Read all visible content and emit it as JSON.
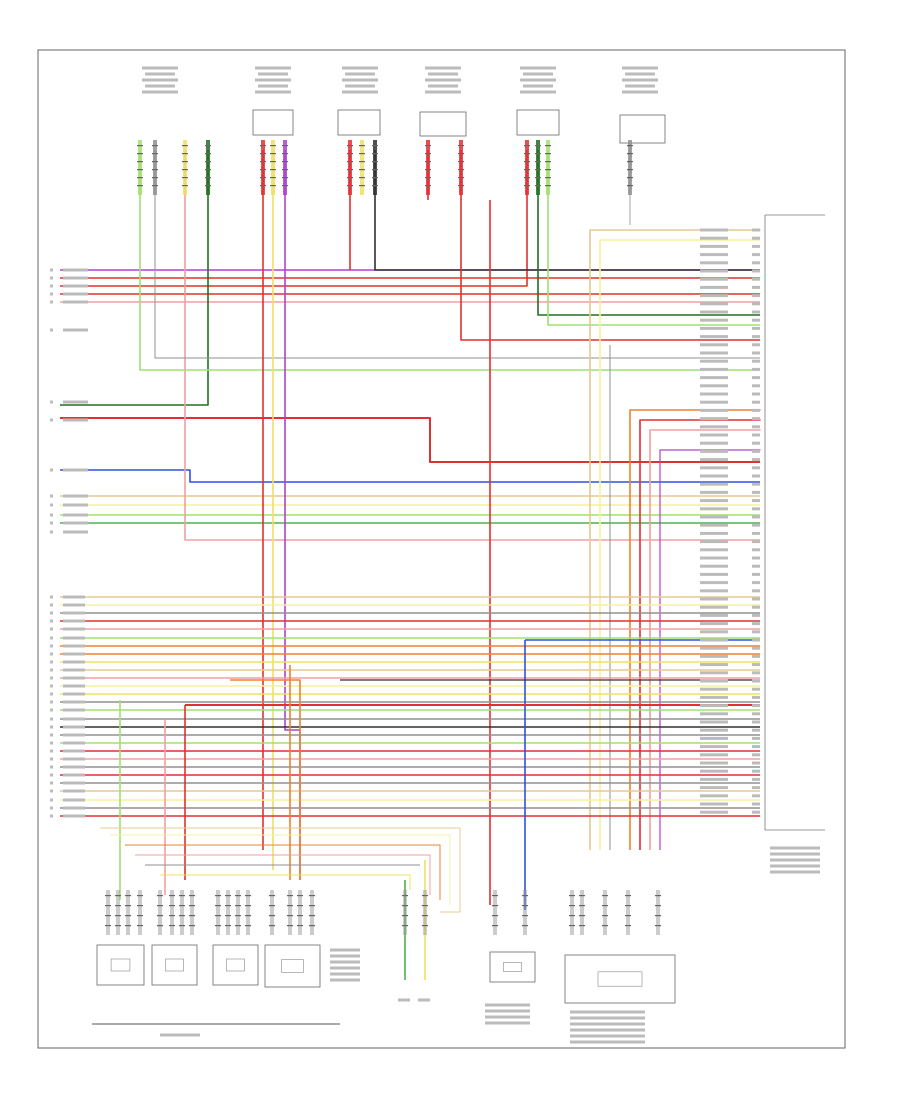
{
  "diagram": {
    "type": "wiring-schematic",
    "page_marker": "",
    "components_top": [
      {
        "id": "c1",
        "caption": ""
      },
      {
        "id": "c2",
        "caption": ""
      },
      {
        "id": "c3",
        "caption": ""
      },
      {
        "id": "c4",
        "caption": ""
      },
      {
        "id": "c5",
        "caption": ""
      },
      {
        "id": "c6",
        "caption": ""
      }
    ],
    "components_bottom": [
      {
        "id": "b1",
        "caption": ""
      },
      {
        "id": "b2",
        "caption": ""
      },
      {
        "id": "b3",
        "caption": ""
      },
      {
        "id": "b4",
        "caption": ""
      },
      {
        "id": "b5",
        "caption": ""
      },
      {
        "id": "b6",
        "caption": ""
      }
    ],
    "right_module_caption": "",
    "wire_colors": {
      "violet": "#b040d0",
      "red": "#e03030",
      "pink": "#f0a0a0",
      "green": "#50b050",
      "lightgreen": "#a0e070",
      "blue": "#3050e0",
      "yellow": "#f0e060",
      "lightyellow": "#f6f0a0",
      "orange": "#f08030",
      "gray": "#909090",
      "black": "#303030",
      "tan": "#e8c890",
      "darkgreen": "#207020"
    }
  }
}
